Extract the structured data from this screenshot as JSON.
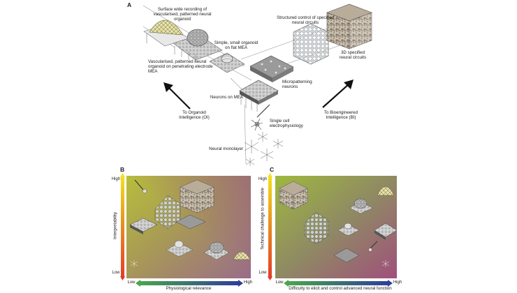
{
  "panelA": {
    "letter": "A",
    "labels": {
      "surface_wide": "Surface wide recording of vascularised, patterned neural organoid",
      "simple_organoid": "Simple, small organoid on flat MEA",
      "vascularised": "Vascularised, patterned neural organoid on penetrating electrode MEA",
      "neurons_on_mea": "Neurons on MEA",
      "to_oi": "To Organoid Intelligence (OI)",
      "structured_control": "Structured control of specified neural circuits",
      "specified_3d": "3D specified neural circuits",
      "micropatterning": "Micropatterning neurons",
      "to_bi": "To Bioengineered Intelligence (BI)",
      "single_cell": "Single cell electrophysiology",
      "monolayer": "Neural monolayer"
    }
  },
  "panelB": {
    "letter": "B",
    "y_high": "High",
    "y_low": "Low",
    "y_axis": "Interpretability",
    "x_low": "Low",
    "x_high": "High",
    "x_axis": "Physiological relevance"
  },
  "panelC": {
    "letter": "C",
    "y_high": "High",
    "y_low": "Low",
    "y_axis": "Technical challenge to assemble",
    "x_low": "Low",
    "x_high": "High",
    "x_axis": "Difficulty to elicit and control advanced neural function"
  },
  "colors": {
    "yellow": "#f2e21b",
    "orange": "#e88a1f",
    "red": "#e53a2a",
    "green": "#4aa64a",
    "blue": "#2e3f9a"
  }
}
